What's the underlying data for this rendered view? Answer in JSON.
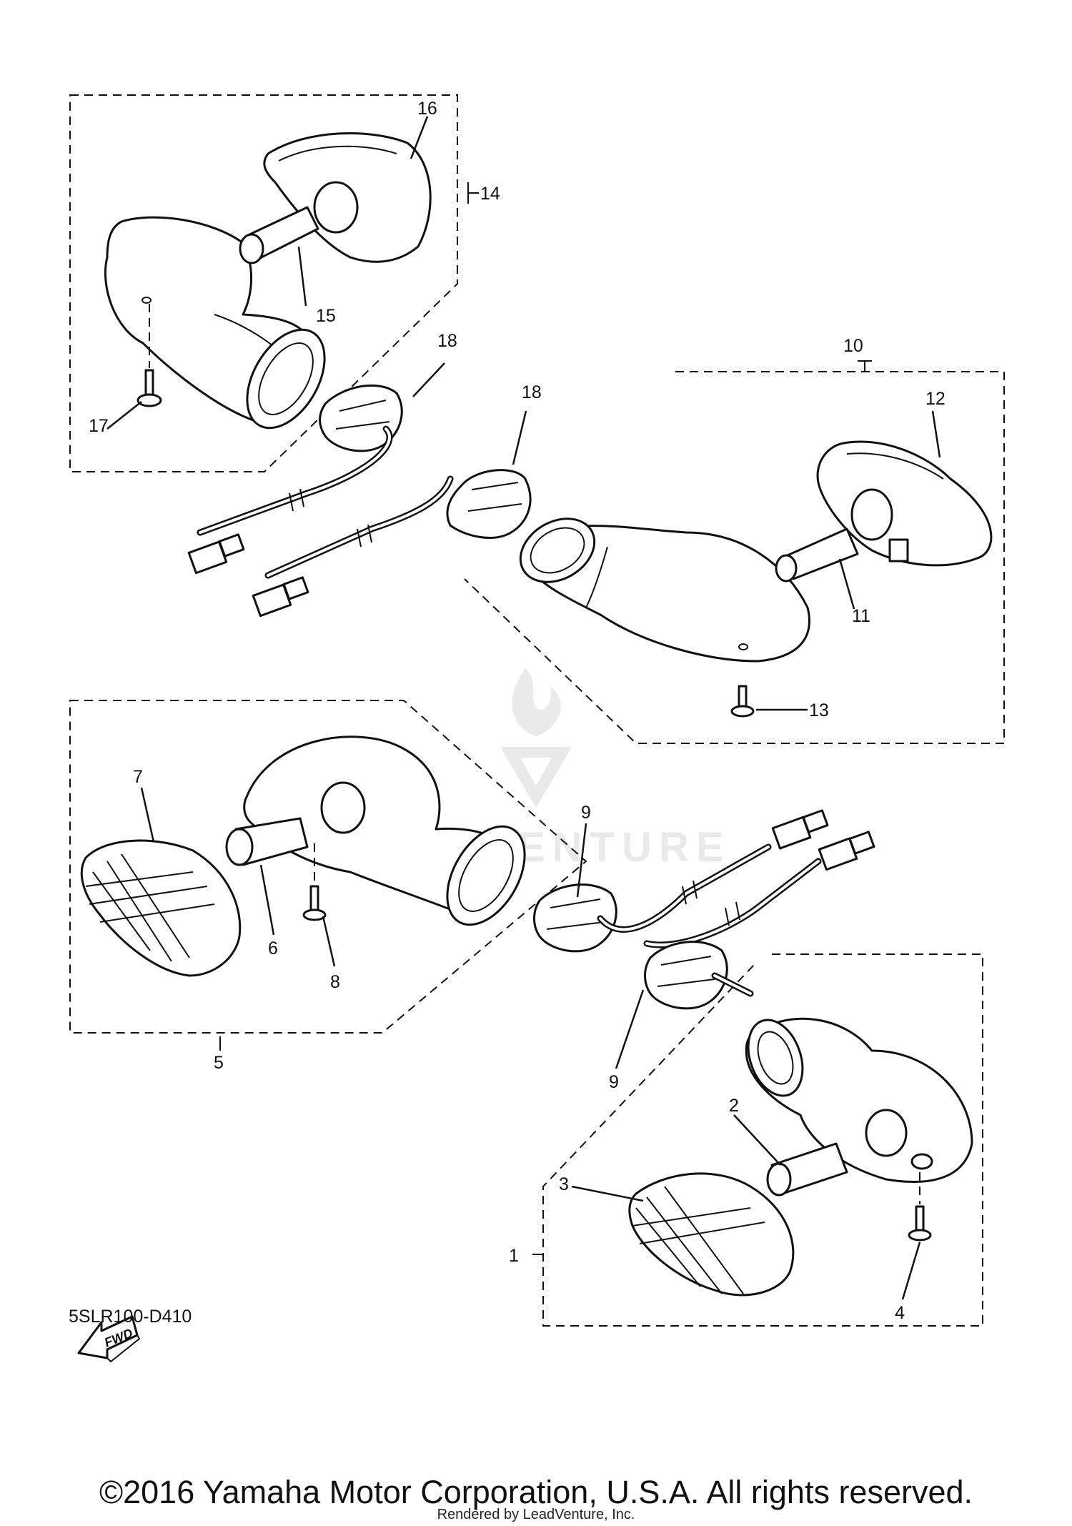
{
  "diagram_code": "5SLR100-D410",
  "copyright": "©2016 Yamaha Motor Corporation, U.S.A. All rights reserved.",
  "renderer": "Rendered by LeadVenture, Inc.",
  "fwd_label": "FWD",
  "watermark_text": "LEADVENTURE",
  "callouts": {
    "c1": "1",
    "c2": "2",
    "c3": "3",
    "c4": "4",
    "c5": "5",
    "c6": "6",
    "c7": "7",
    "c8": "8",
    "c9a": "9",
    "c9b": "9",
    "c10": "10",
    "c11": "11",
    "c12": "12",
    "c13": "13",
    "c14": "14",
    "c15": "15",
    "c16": "16",
    "c17": "17",
    "c18a": "18",
    "c18b": "18"
  }
}
